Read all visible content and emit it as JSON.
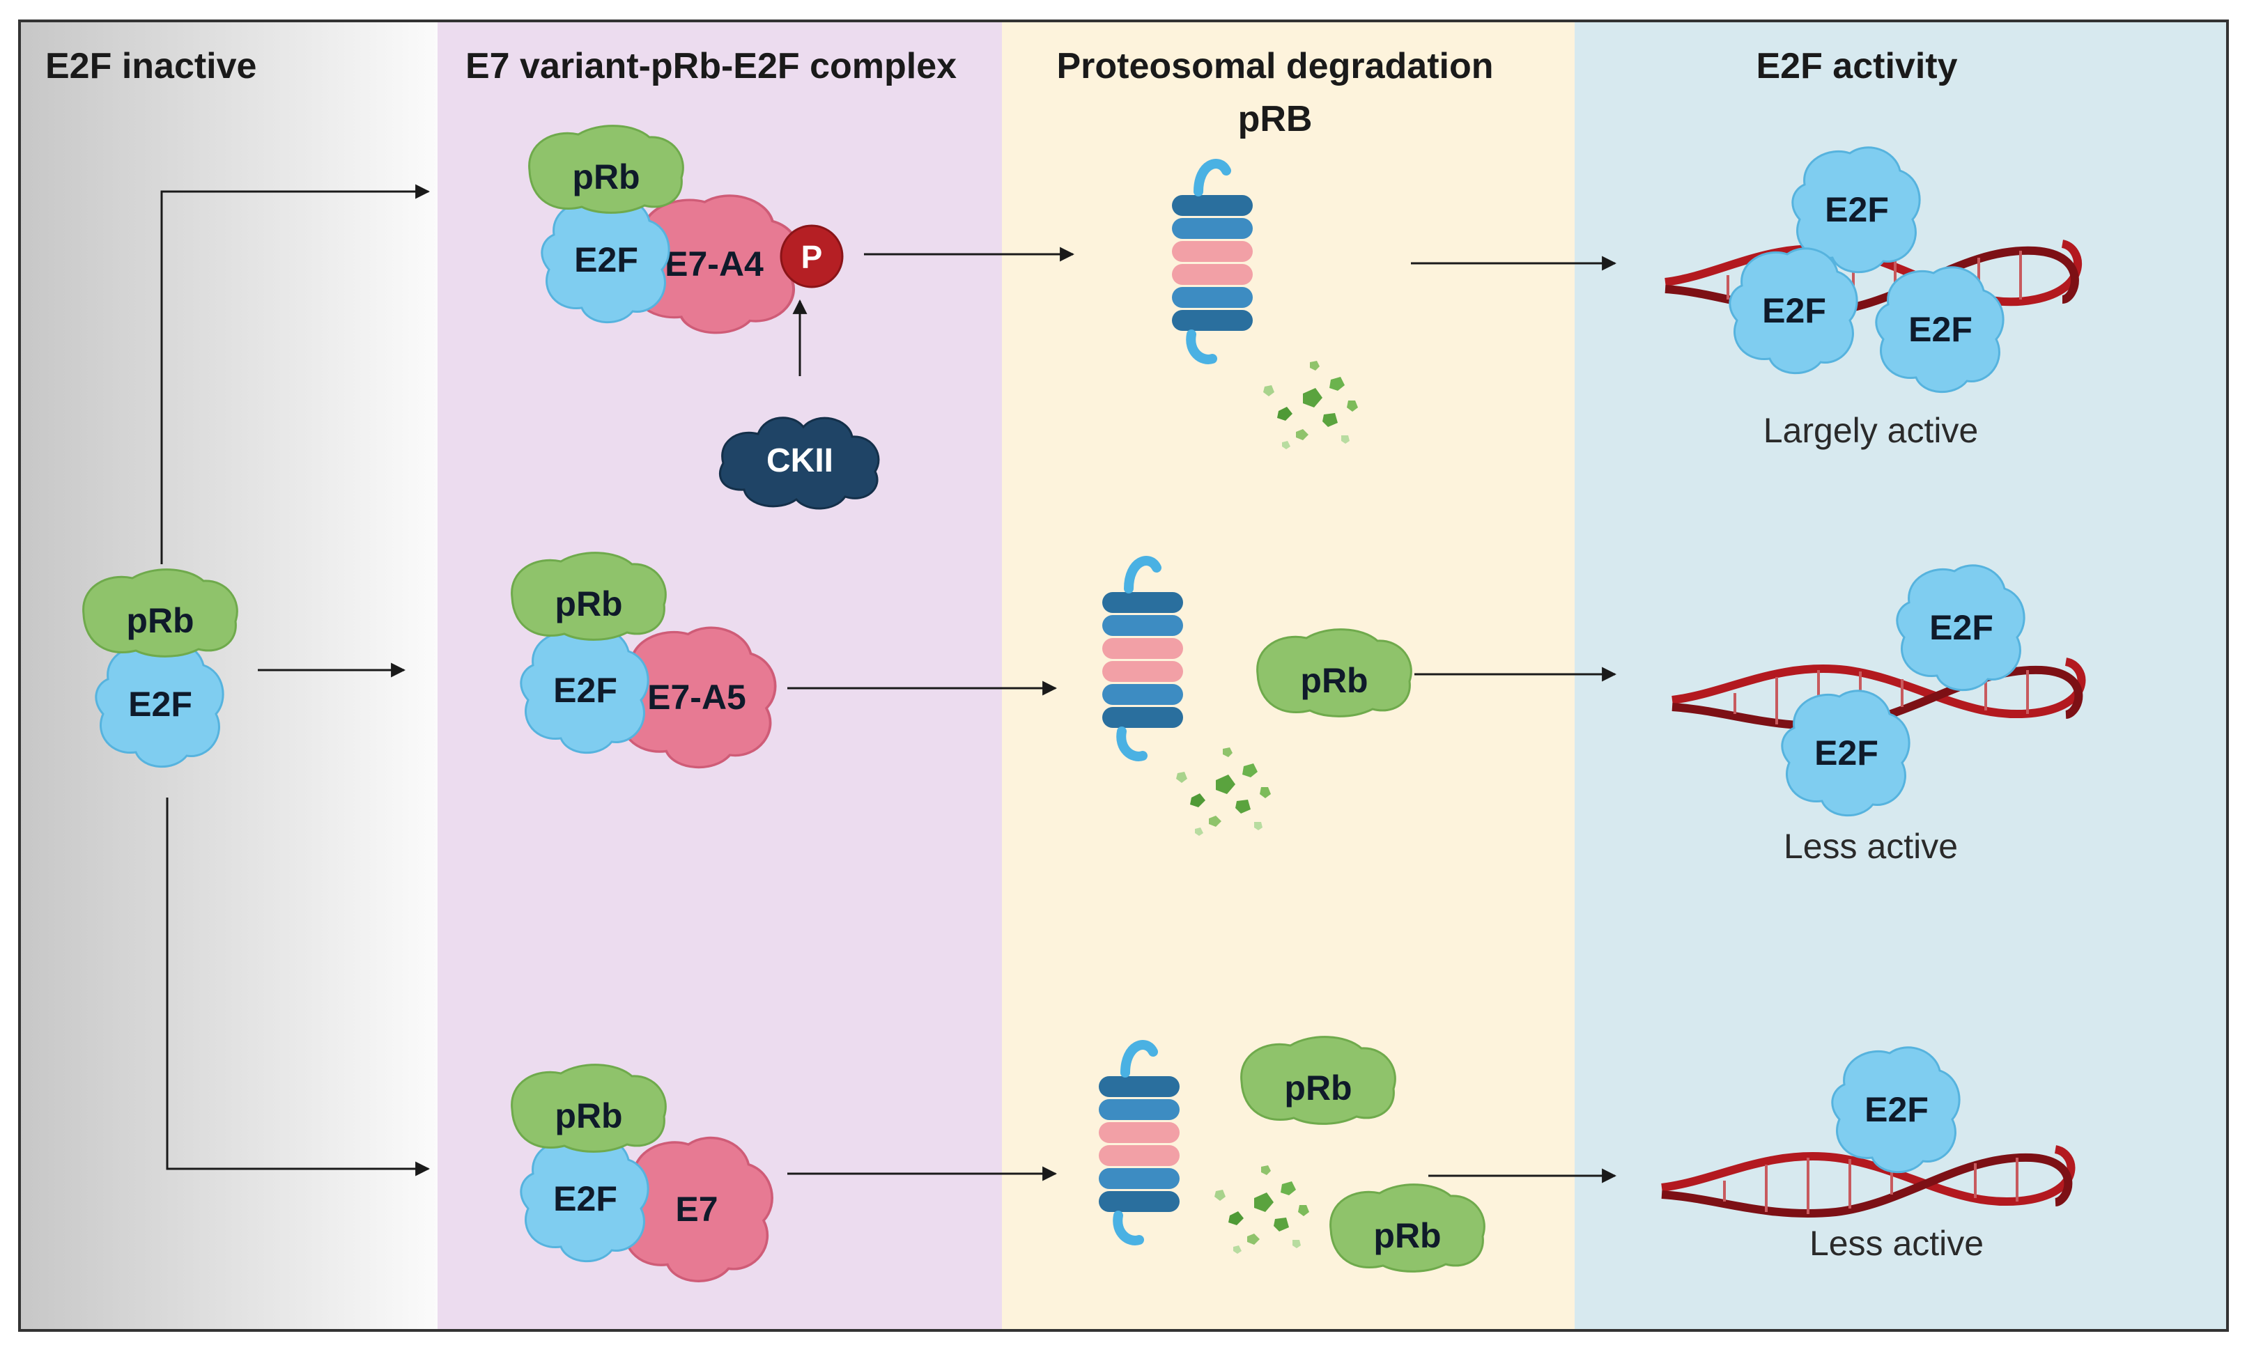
{
  "headers": {
    "col1": "E2F inactive",
    "col2": "E7 variant-pRb-E2F complex",
    "col3_line1": "Proteosomal degradation",
    "col3_line2": "pRB",
    "col4": "E2F activity"
  },
  "molecules": {
    "prb": "pRb",
    "e2f": "E2F",
    "e7_a4": "E7-A4",
    "e7_a5": "E7-A5",
    "e7": "E7",
    "phospho": "P",
    "ckii": "CKII"
  },
  "outcomes": {
    "row1": "Largely active",
    "row2": "Less active",
    "row3": "Less active"
  },
  "colors": {
    "col1_bg_dark": "#cfcfcf",
    "col2_bg": "#ecdcef",
    "col3_bg": "#fdf3dc",
    "col4_bg": "#d7e9ef",
    "prb": "#8fc36b",
    "e2f": "#7fcdf0",
    "e7": "#e77a93",
    "phospho": "#b51f24",
    "ckii": "#1f4466",
    "dna": "#b3191f"
  }
}
